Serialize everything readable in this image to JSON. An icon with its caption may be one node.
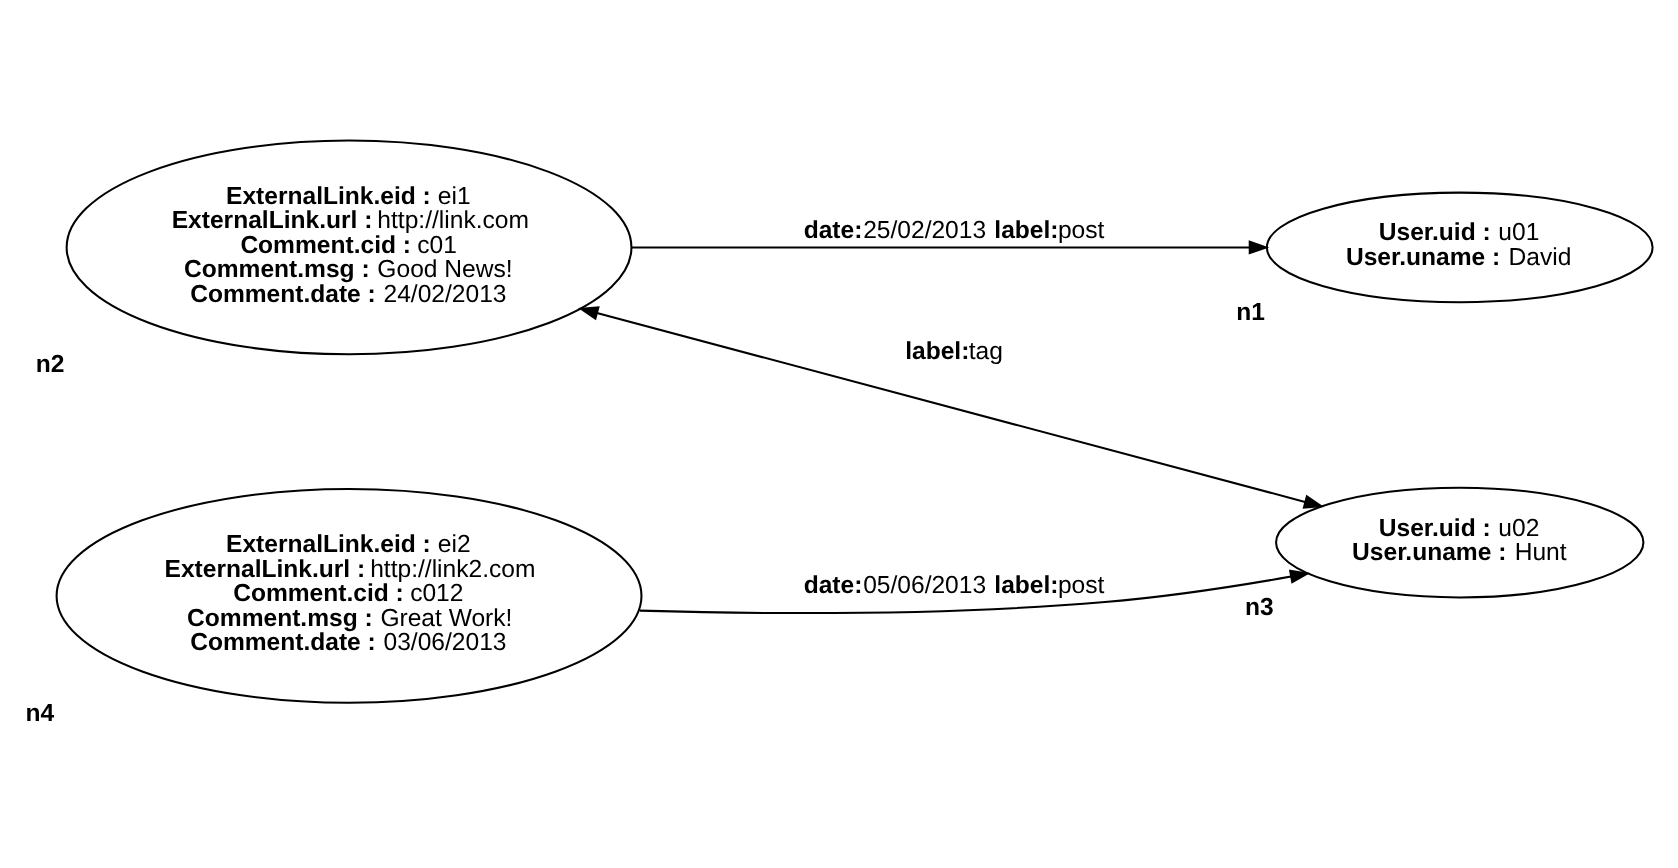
{
  "diagram": {
    "nodes": [
      {
        "text": [
          "n2",
          "**ExternalLink.eid :** ei1",
          "**ExternalLink.url :** http://link.com",
          "**Comment.cid :** c01",
          "**Comment.msg :** Good News!",
          "**Comment.date :** 24/02/2013"
        ]
      },
      {
        "text": [
          "n1",
          "**User.uid :** u01",
          "**User.uname :** David"
        ]
      },
      {
        "text": [
          "n4",
          "**ExternalLink.eid :** ei2",
          "**ExternalLink.url :** http://link2.com",
          "**Comment.cid :** c012",
          "**Comment.msg :** Great Work!",
          "**Comment.date :** 03/06/2013"
        ]
      },
      {
        "text": [
          "n3",
          "**User.uid :** u02",
          "**User.uname :** Hunt"
        ]
      }
    ],
    "edges": [
      {
        "from": 0,
        "to": 1,
        "arrow": "to",
        "label": "**date:**25/02/2013 **label:**post"
      },
      {
        "from": 0,
        "to": 3,
        "arrow": "both",
        "label": "**label:**tag"
      },
      {
        "from": 2,
        "to": 3,
        "arrow": "to",
        "label": "**date:**05/06/2013 **label:**post"
      }
    ]
  }
}
